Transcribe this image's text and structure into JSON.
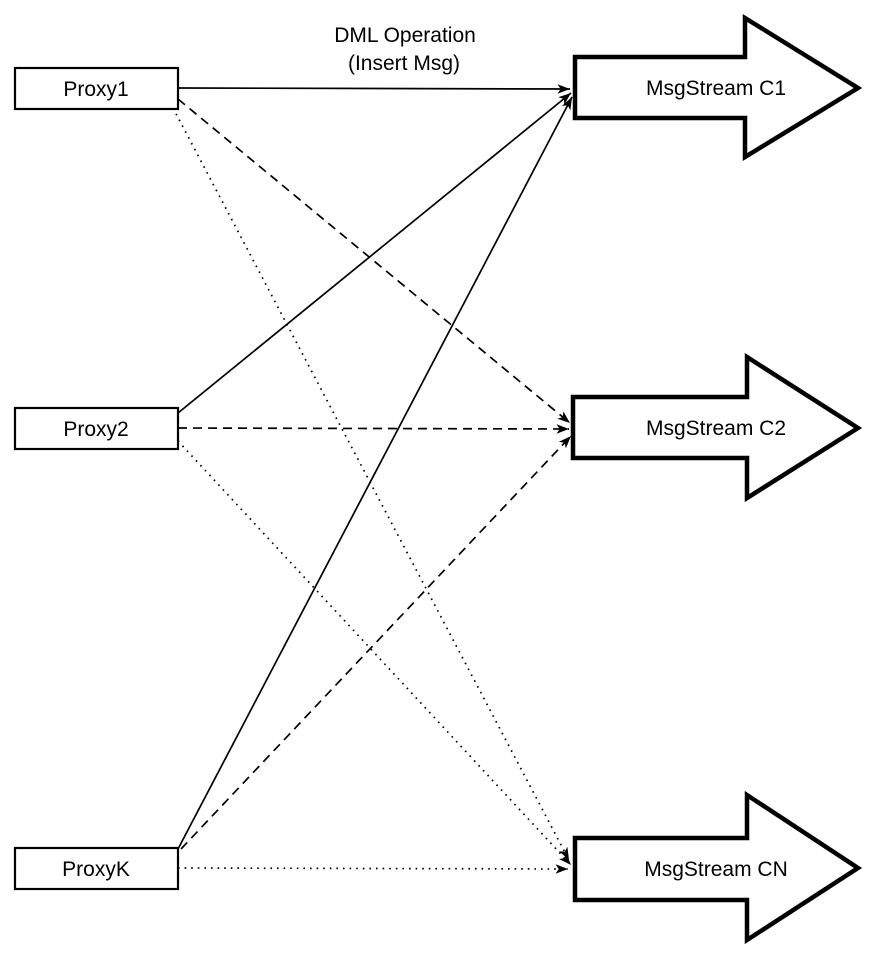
{
  "meta": {
    "diagram_type": "fan-out connection diagram",
    "background_color": "#ffffff",
    "line_color": "#000000",
    "text_color": "#000000"
  },
  "annotation": {
    "line1": "DML Operation",
    "line2": "(Insert Msg)"
  },
  "proxies": [
    {
      "id": "proxy1",
      "label": "Proxy1"
    },
    {
      "id": "proxy2",
      "label": "Proxy2"
    },
    {
      "id": "proxyk",
      "label": "ProxyK"
    }
  ],
  "streams": [
    {
      "id": "c1",
      "label": "MsgStream C1"
    },
    {
      "id": "c2",
      "label": "MsgStream C2"
    },
    {
      "id": "cn",
      "label": "MsgStream CN"
    }
  ],
  "edges": [
    {
      "from": "Proxy1",
      "to": "MsgStream C1",
      "style": "solid"
    },
    {
      "from": "Proxy1",
      "to": "MsgStream C2",
      "style": "dashed"
    },
    {
      "from": "Proxy1",
      "to": "MsgStream CN",
      "style": "dotted"
    },
    {
      "from": "Proxy2",
      "to": "MsgStream C1",
      "style": "solid"
    },
    {
      "from": "Proxy2",
      "to": "MsgStream C2",
      "style": "dashed"
    },
    {
      "from": "Proxy2",
      "to": "MsgStream CN",
      "style": "dotted"
    },
    {
      "from": "ProxyK",
      "to": "MsgStream C1",
      "style": "solid"
    },
    {
      "from": "ProxyK",
      "to": "MsgStream C2",
      "style": "dashed"
    },
    {
      "from": "ProxyK",
      "to": "MsgStream CN",
      "style": "dotted"
    }
  ]
}
